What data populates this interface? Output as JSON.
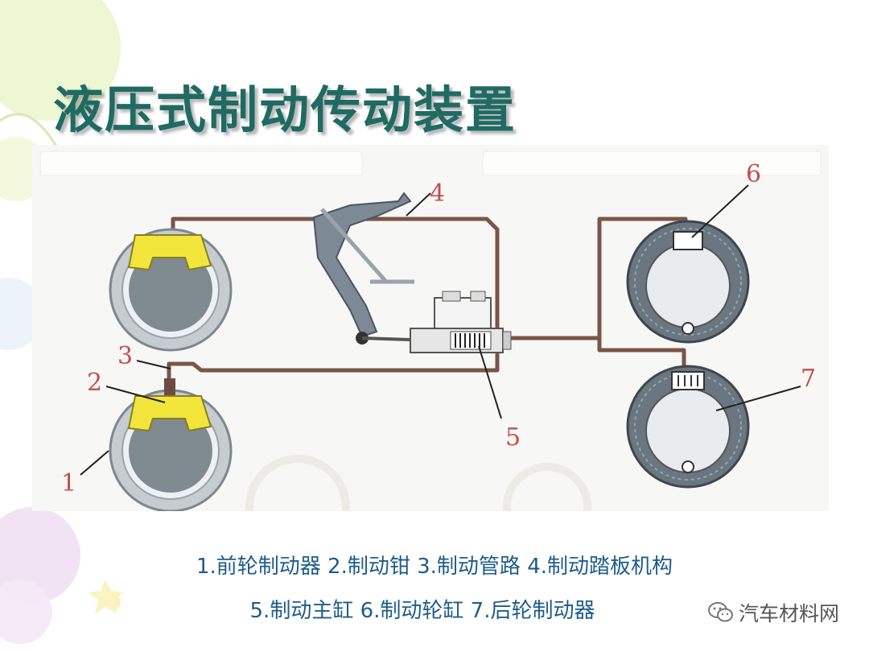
{
  "title": "液压式制动传动装置",
  "labels": {
    "n1": "1",
    "n2": "2",
    "n3": "3",
    "n4": "4",
    "n5": "5",
    "n6": "6",
    "n7": "7"
  },
  "caption": {
    "line1": "1.前轮制动器 2.制动钳 3.制动管路 4.制动踏板机构",
    "line2": "5.制动主缸 6.制动轮缸 7.后轮制动器"
  },
  "watermark": {
    "text": "汽车材料网",
    "icon": "wechat-icon"
  },
  "colors": {
    "title": "#1f6b63",
    "caption": "#1f5c8a",
    "label": "#c0504d",
    "pipe": "#7a5548",
    "caliper": "#f2e63c"
  }
}
